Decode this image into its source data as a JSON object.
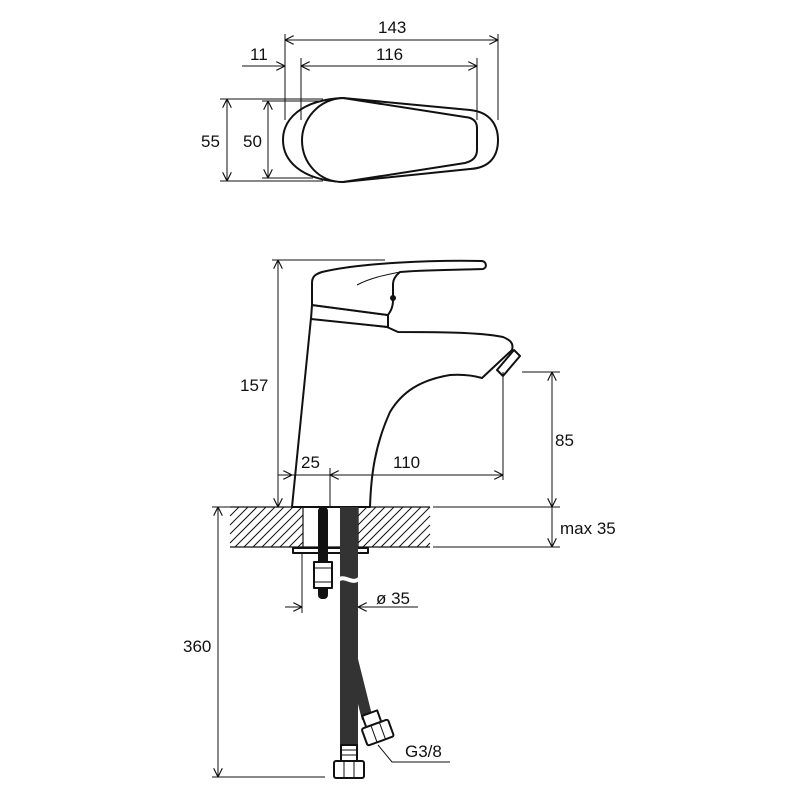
{
  "title": "Single-lever basin mixer dimension drawing",
  "top_view": {
    "dim_overall_length": "143",
    "dim_offset": "11",
    "dim_lever_length": "116",
    "dim_outer_width": "55",
    "dim_lever_width": "50"
  },
  "side_view": {
    "dim_height": "157",
    "dim_spout_height": "85",
    "dim_body_offset": "25",
    "dim_spout_reach": "110",
    "dim_counter_thickness": "max 35",
    "dim_hole_diameter": "ø 35",
    "dim_hose_length": "360",
    "dim_thread": "G3/8"
  },
  "colors": {
    "line": "#111111",
    "background": "#ffffff"
  }
}
